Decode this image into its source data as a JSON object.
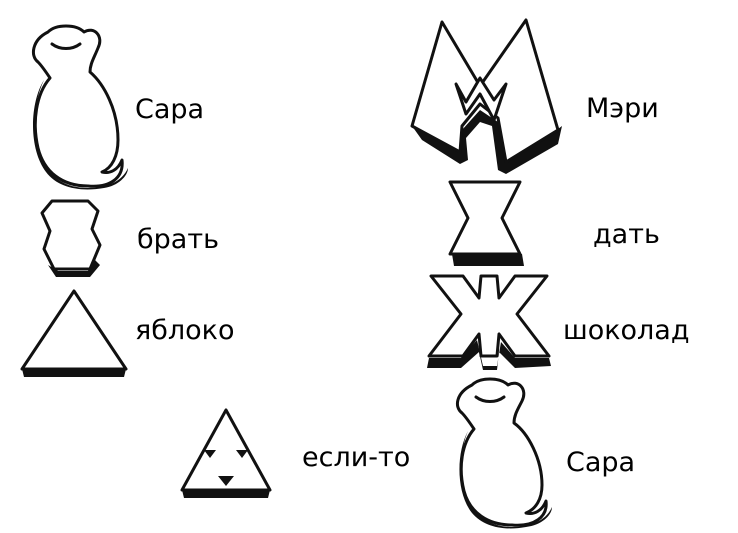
{
  "items": [
    {
      "word": "Сара",
      "symbol": "monkey-icon"
    },
    {
      "word": "брать",
      "symbol": "hexagon-icon"
    },
    {
      "word": "яблоко",
      "symbol": "triangle-icon"
    },
    {
      "word": "если-то",
      "symbol": "triangle-with-marks-icon"
    },
    {
      "word": "Мэри",
      "symbol": "m-shape-icon"
    },
    {
      "word": "дать",
      "symbol": "hourglass-icon"
    },
    {
      "word": "шоколад",
      "symbol": "zh-shape-icon"
    },
    {
      "word": "Сара",
      "symbol": "monkey-icon"
    }
  ]
}
